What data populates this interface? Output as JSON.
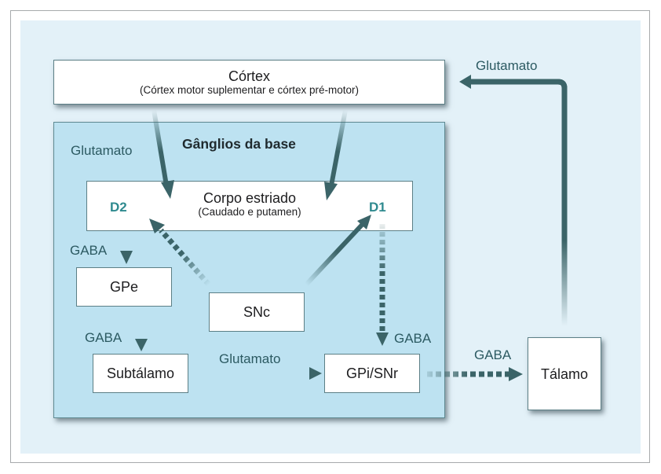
{
  "diagram": {
    "title": "Gânglios da base",
    "colors": {
      "arrow": "#3b6468",
      "panel_bg": "#e3f1f8",
      "basal_bg": "#bde2f1",
      "label_text": "#2c5a62",
      "receptor_text": "#2f8a8f"
    },
    "nodes": {
      "cortex": {
        "label": "Córtex",
        "sublabel": "(Córtex motor suplementar e córtex pré-motor)"
      },
      "striatum": {
        "label": "Corpo estriado",
        "sublabel": "(Caudado e putamen)",
        "receptor_left": "D2",
        "receptor_right": "D1"
      },
      "gpe": {
        "label": "GPe"
      },
      "snc": {
        "label": "SNc"
      },
      "subthalamus": {
        "label": "Subtálamo"
      },
      "gpi_snr": {
        "label": "GPi/SNr"
      },
      "thalamus": {
        "label": "Tálamo"
      }
    },
    "edge_labels": {
      "cortex_to_striatum": "Glutamato",
      "d2_to_gpe": "GABA",
      "gpe_to_subthalamus": "GABA",
      "subthalamus_to_gpi": "Glutamato",
      "d1_to_gpi": "GABA",
      "gpi_to_thalamus": "GABA",
      "thalamus_to_cortex": "Glutamato"
    },
    "edges": [
      {
        "from": "cortex",
        "to": "striatum",
        "style": "solid",
        "label": "Glutamato"
      },
      {
        "from": "striatum_d2",
        "to": "gpe",
        "style": "dashed",
        "label": "GABA"
      },
      {
        "from": "gpe",
        "to": "subthalamus",
        "style": "dashed",
        "label": "GABA"
      },
      {
        "from": "subthalamus",
        "to": "gpi_snr",
        "style": "solid",
        "label": "Glutamato"
      },
      {
        "from": "striatum_d1",
        "to": "gpi_snr",
        "style": "dashed",
        "label": "GABA"
      },
      {
        "from": "snc",
        "to": "striatum_d2",
        "style": "dashed",
        "label": ""
      },
      {
        "from": "snc",
        "to": "striatum_d1",
        "style": "solid",
        "label": ""
      },
      {
        "from": "gpi_snr",
        "to": "thalamus",
        "style": "dashed",
        "label": "GABA"
      },
      {
        "from": "thalamus",
        "to": "cortex",
        "style": "solid",
        "label": "Glutamato"
      }
    ]
  }
}
